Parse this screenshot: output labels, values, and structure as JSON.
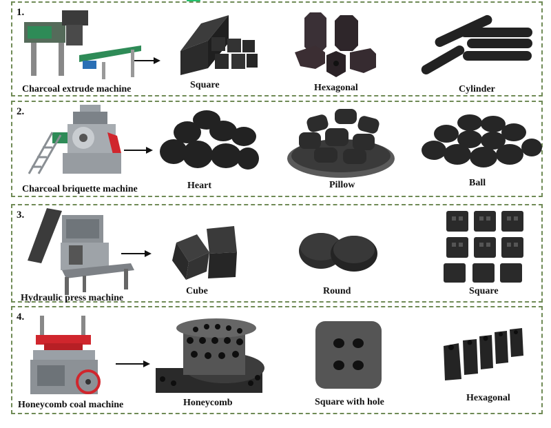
{
  "rows": [
    {
      "number": "1.",
      "machine": "Charcoal extrude machine",
      "products": [
        "Square",
        "Hexagonal",
        "Cylinder"
      ]
    },
    {
      "number": "2.",
      "machine": "Charcoal briquette machine",
      "products": [
        "Heart",
        "Pillow",
        "Ball"
      ]
    },
    {
      "number": "3.",
      "machine": "Hydraulic press machine",
      "products": [
        "Cube",
        "Round",
        "Square"
      ]
    },
    {
      "number": "4.",
      "machine": "Honeycomb coal machine",
      "products": [
        "Honeycomb",
        "Square with hole",
        "Hexagonal"
      ]
    }
  ],
  "colors": {
    "border": "#6f8a55",
    "charcoal": "#2b2b2b",
    "machine_grey": "#8c9196",
    "machine_green": "#2e8b57",
    "machine_red": "#d0262d",
    "machine_blue": "#2a6fb5"
  }
}
